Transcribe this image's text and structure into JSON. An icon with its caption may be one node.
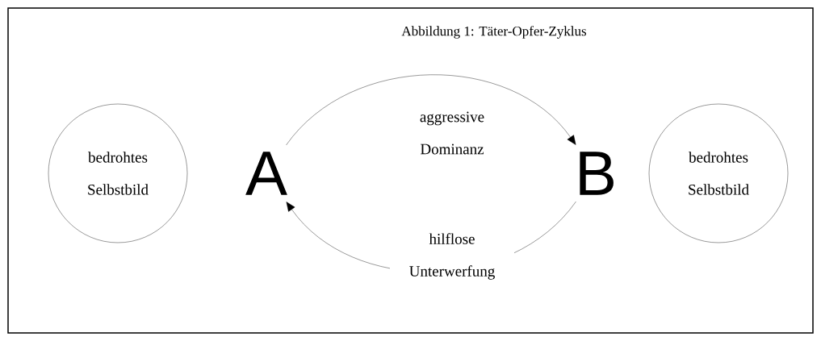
{
  "diagram": {
    "caption": "Abbildung 1: Täter-Opfer-Zyklus",
    "nodes": [
      {
        "text": [
          "bedrohtes Selbstbild"
        ]
      },
      {
        "text": [
          "A"
        ]
      },
      {
        "text": [
          "B"
        ]
      },
      {
        "text": [
          "bedrohtes Selbstbild"
        ]
      }
    ],
    "edges": [
      {
        "from": 1,
        "to": 2,
        "arrow": "to",
        "label": "aggressive Dominanz"
      },
      {
        "from": 2,
        "to": 1,
        "arrow": "to",
        "label": "hilflose Unterwerfung"
      }
    ]
  }
}
